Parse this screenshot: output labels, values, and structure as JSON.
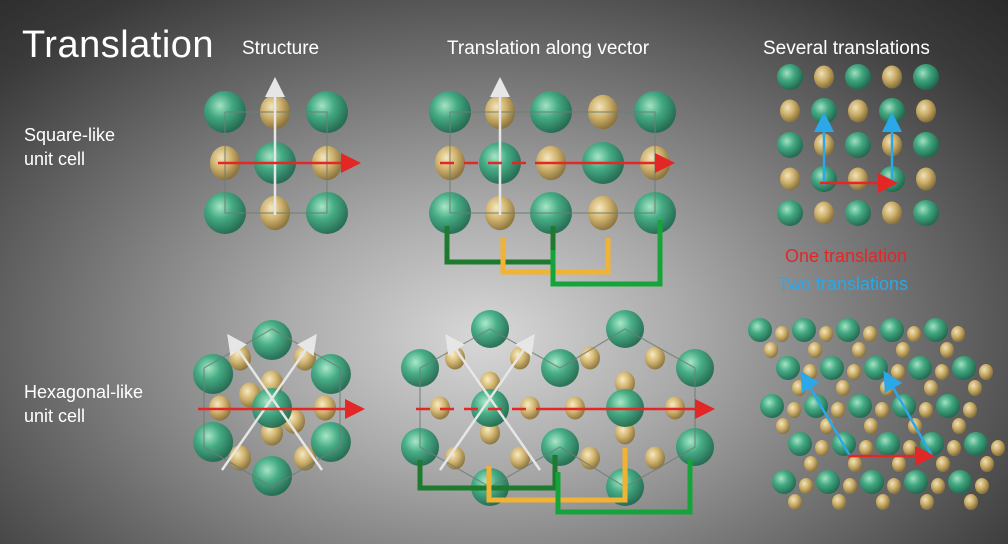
{
  "title": "Translation",
  "columns": {
    "structure": "Structure",
    "translation_along_vector": "Translation along vector",
    "several_translations": "Several translations"
  },
  "rows": {
    "square": {
      "label_line1": "Square-like",
      "label_line2": "unit cell"
    },
    "hexagonal": {
      "label_line1": "Hexagonal-like",
      "label_line2": "unit cell"
    }
  },
  "legend": {
    "one_translation": "One translation",
    "two_translations": "Two translations"
  },
  "colors": {
    "one_translation": "#e32626",
    "two_translations": "#2aa8e8",
    "lattice_vector": "#e6e6e6",
    "atom_green": "#3aa57e",
    "atom_gold": "#d6b66a",
    "bracket_dark_green": "#1e7a2e",
    "bracket_green": "#16a33a",
    "bracket_orange": "#f2b234"
  }
}
